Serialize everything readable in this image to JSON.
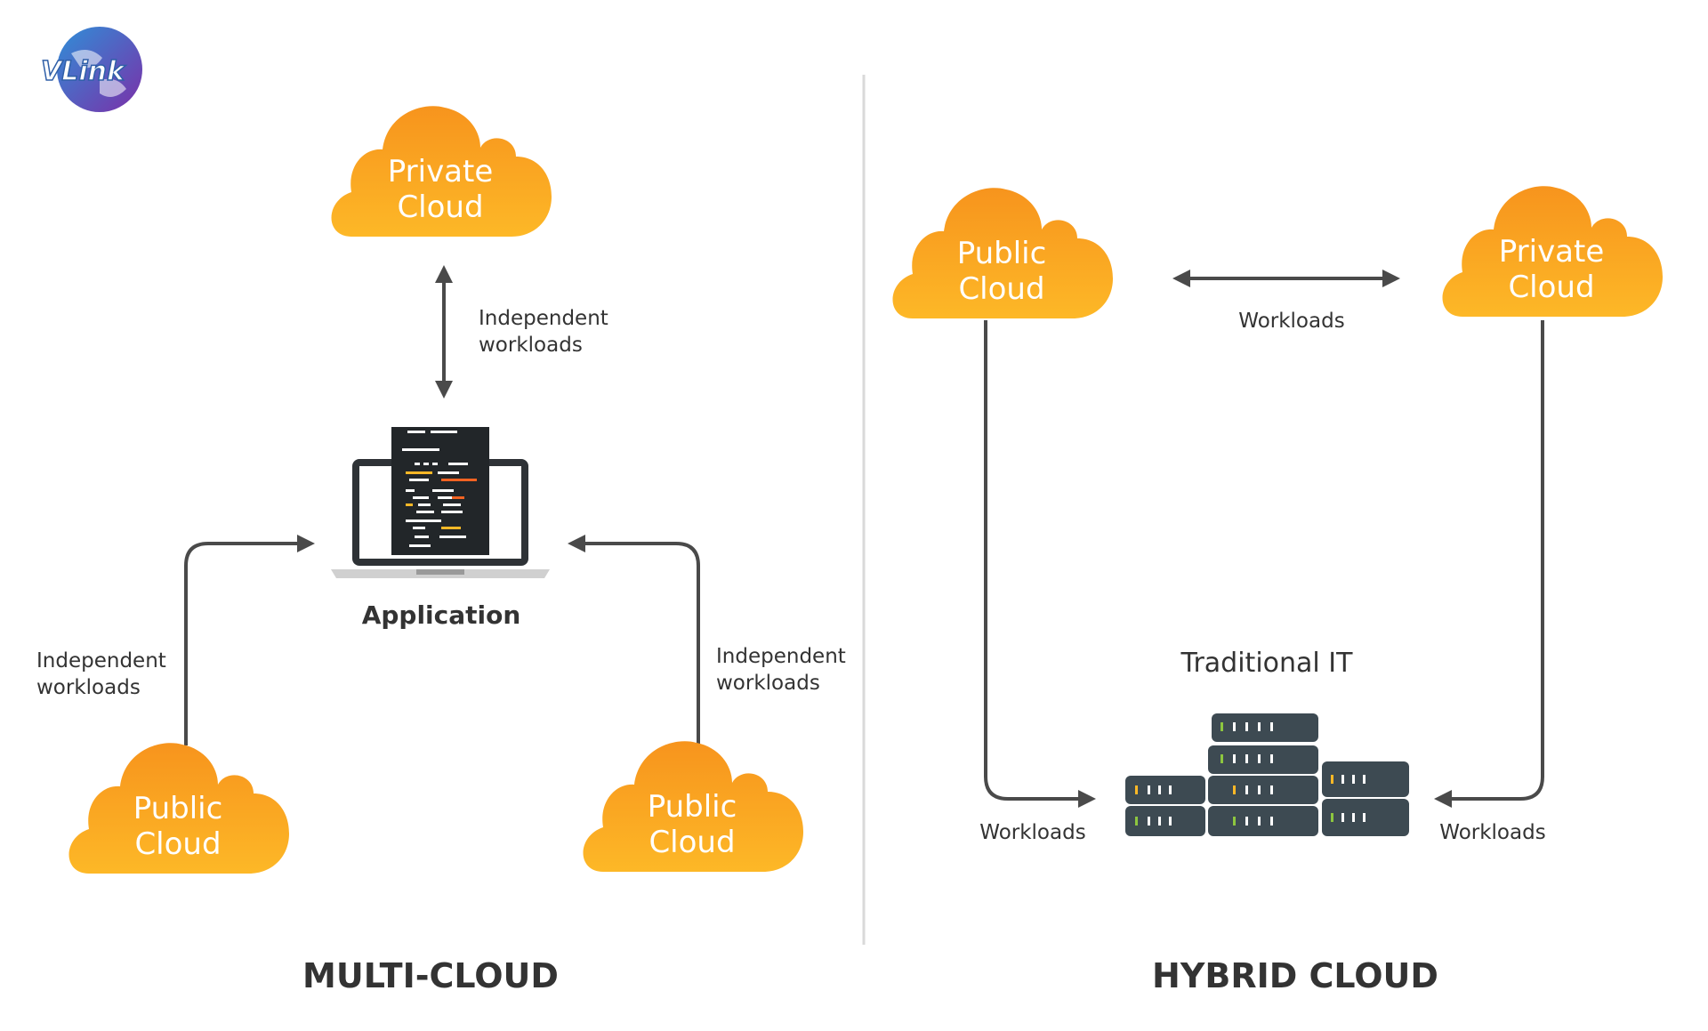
{
  "logo": {
    "text": "VLink"
  },
  "multi_cloud": {
    "title": "MULTI-CLOUD",
    "private_cloud": {
      "line1": "Private",
      "line2": "Cloud"
    },
    "public_cloud_left": {
      "line1": "Public",
      "line2": "Cloud"
    },
    "public_cloud_right": {
      "line1": "Public",
      "line2": "Cloud"
    },
    "application_label": "Application",
    "workloads_top": {
      "line1": "Independent",
      "line2": "workloads"
    },
    "workloads_left": {
      "line1": "Independent",
      "line2": "workloads"
    },
    "workloads_right": {
      "line1": "Independent",
      "line2": "workloads"
    }
  },
  "hybrid_cloud": {
    "title": "HYBRID CLOUD",
    "public_cloud": {
      "line1": "Public",
      "line2": "Cloud"
    },
    "private_cloud": {
      "line1": "Private",
      "line2": "Cloud"
    },
    "traditional_it_label": "Traditional IT",
    "workloads_top": "Workloads",
    "workloads_left": "Workloads",
    "workloads_right": "Workloads"
  },
  "colors": {
    "cloud_top": "#f7941d",
    "cloud_bottom": "#fdb827",
    "text": "#333333",
    "arrow": "#4a4a4a",
    "server": "#3d4a52",
    "divider": "#d9d9d9"
  }
}
